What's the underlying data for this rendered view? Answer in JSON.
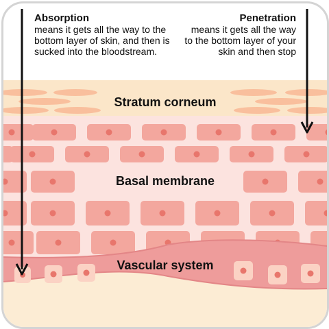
{
  "absorption": {
    "title": "Absorption",
    "text": "means it gets all the way to the bottom layer of skin, and then is sucked into the bloodstream."
  },
  "penetration": {
    "title": "Penetration",
    "text": "means it gets all the way to the bottom layer of your skin and then stop"
  },
  "layers": {
    "stratum": "Stratum corneum",
    "basal": "Basal membrane",
    "vascular": "Vascular system"
  },
  "colors": {
    "corneum_bg": "#fbe6c9",
    "corneum_flake": "#f9bf9d",
    "epidermis_bg": "#fce3df",
    "cell_fill": "#f3a79e",
    "cell_nucleus": "#e8766c",
    "vessel_fill": "#ee9c9b",
    "vessel_cell": "#fbd2c4",
    "bottom_bg": "#fcecd4",
    "arrow": "#111111"
  }
}
